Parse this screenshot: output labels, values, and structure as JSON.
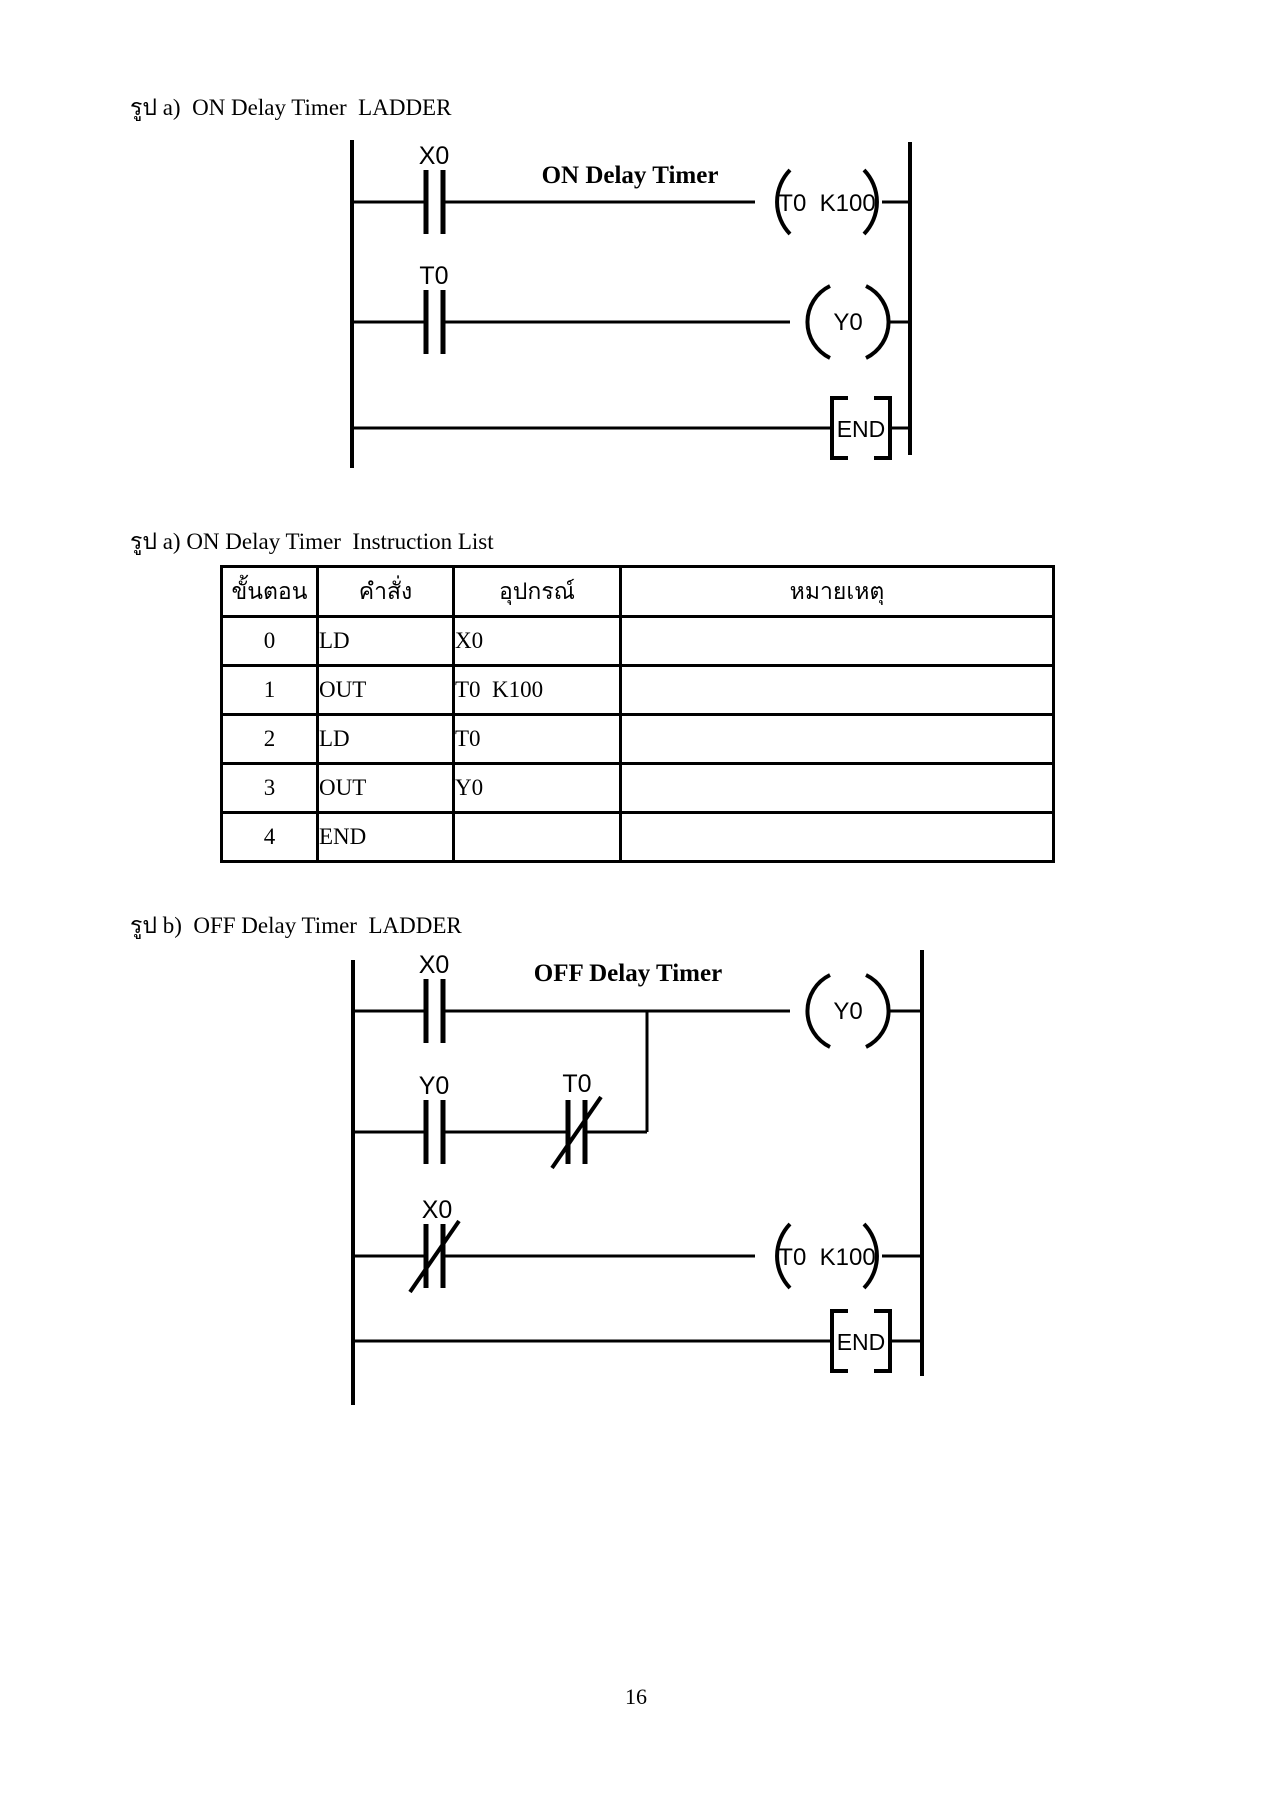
{
  "document": {
    "page_number": "16"
  },
  "figure_a_ladder": {
    "caption": "รูป a)  ON Delay Timer  LADDER",
    "diagram_title": "ON Delay Timer",
    "contact1_label": "X0",
    "coil1_label": "T0  K100",
    "contact2_label": "T0",
    "coil2_label": "Y0",
    "end_label": "END"
  },
  "instruction_list": {
    "caption": "รูป a) ON Delay Timer  Instruction List",
    "headers": [
      "ขั้นตอน",
      "คำสั่ง",
      "อุปกรณ์",
      "หมายเหตุ"
    ],
    "rows": [
      [
        "0",
        "LD",
        "X0",
        ""
      ],
      [
        "1",
        "OUT",
        "T0  K100",
        ""
      ],
      [
        "2",
        "LD",
        "T0",
        ""
      ],
      [
        "3",
        "OUT",
        "Y0",
        ""
      ],
      [
        "4",
        "END",
        "",
        ""
      ]
    ]
  },
  "figure_b_ladder": {
    "caption": "รูป b)  OFF Delay Timer  LADDER",
    "diagram_title": "OFF Delay Timer",
    "rung1_contact_label": "X0",
    "rung1_coil_label": "Y0",
    "rung2_contact1_label": "Y0",
    "rung2_contact2_label": "T0",
    "rung3_contact_label": "X0",
    "rung3_coil_label": "T0  K100",
    "end_label": "END"
  }
}
